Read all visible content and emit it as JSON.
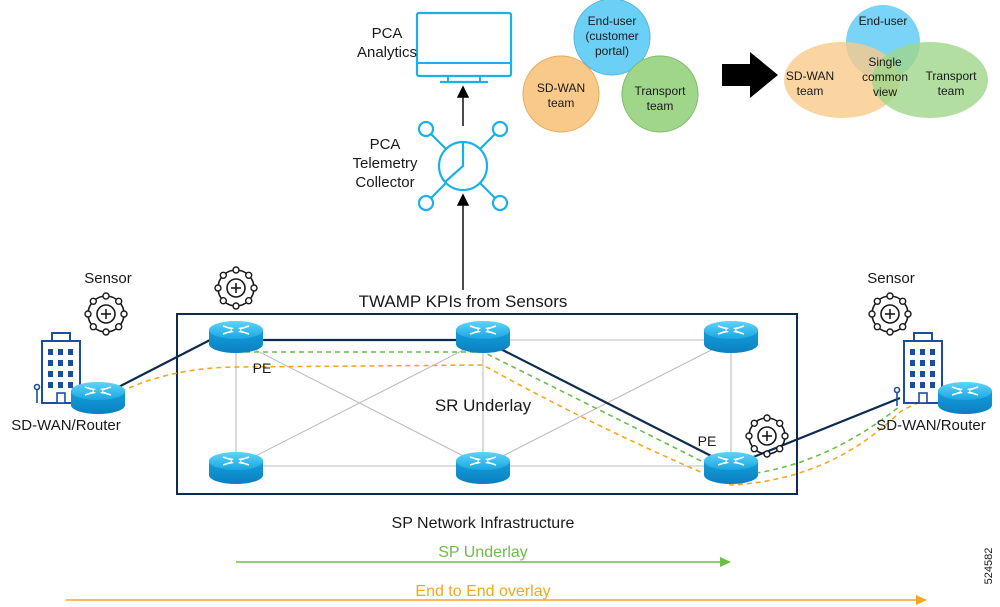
{
  "top": {
    "analytics_line1": "PCA",
    "analytics_line2": "Analytics",
    "collector_line1": "PCA",
    "collector_line2": "Telemetry",
    "collector_line3": "Collector"
  },
  "venn_before": {
    "enduser_line1": "End-user",
    "enduser_line2": "(customer",
    "enduser_line3": "portal)",
    "sdwan_line1": "SD-WAN",
    "sdwan_line2": "team",
    "transport_line1": "Transport",
    "transport_line2": "team"
  },
  "venn_after": {
    "enduser": "End-user",
    "sdwan_line1": "SD-WAN",
    "sdwan_line2": "team",
    "center_line1": "Single",
    "center_line2": "common",
    "center_line3": "view",
    "transport_line1": "Transport",
    "transport_line2": "team"
  },
  "network": {
    "twamp_label": "TWAMP KPIs from Sensors",
    "sr_underlay": "SR Underlay",
    "pe_left": "PE",
    "pe_right": "PE",
    "infrastructure": "SP Network Infrastructure"
  },
  "sites": {
    "left_sensor": "Sensor",
    "left_router": "SD-WAN/Router",
    "right_sensor": "Sensor",
    "right_router": "SD-WAN/Router"
  },
  "legend": {
    "sp_underlay": "SP Underlay",
    "e2e_overlay": "End to End overlay"
  },
  "figure_id": "524582",
  "colors": {
    "cyan": "#1ab0e8",
    "navy": "#0d2c4f",
    "orange": "#f5a623",
    "green": "#6abf45",
    "venn_blue": "#6ccff6",
    "venn_orange": "#f9c98a",
    "venn_green": "#9fd68a"
  }
}
